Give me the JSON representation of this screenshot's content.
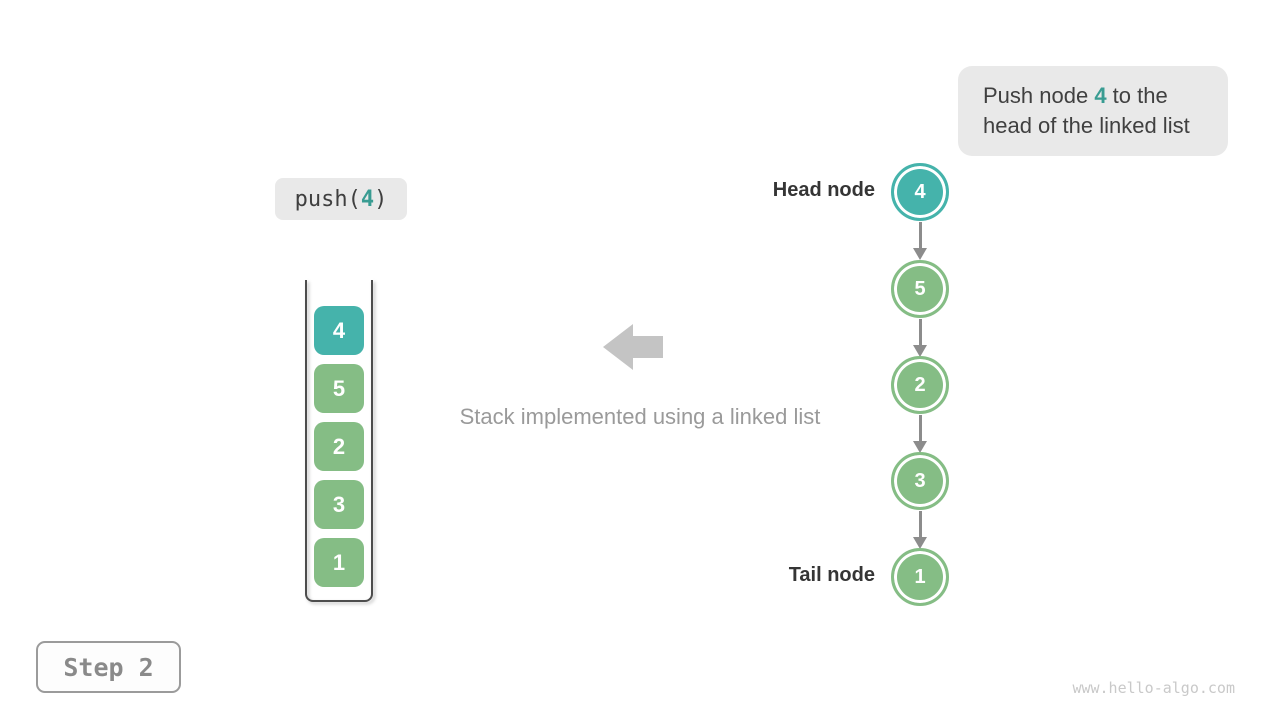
{
  "colors": {
    "teal": "#45b3ab",
    "teal_text": "#399c92",
    "green": "#85bd85",
    "node_arrow_gray": "#8c8c8c",
    "block_arrow_gray": "#c4c4c4",
    "caption_gray": "#9a9a9a",
    "label_dark": "#353535",
    "badge_bg": "#e9e9e9",
    "container_border": "#4d4d4d",
    "step_border": "#9b9b9b",
    "step_text": "#8a8a8a",
    "watermark_gray": "#c9c9c9"
  },
  "callout": {
    "text_before": "Push node ",
    "highlight": "4",
    "text_after": " to the head of the linked list"
  },
  "operation": {
    "text_before": "push(",
    "highlight": "4",
    "text_after": ")"
  },
  "stack": {
    "values": [
      "4",
      "5",
      "2",
      "3",
      "1"
    ]
  },
  "caption": "Stack implemented using a linked list",
  "linked_list": {
    "head_label": "Head node",
    "tail_label": "Tail node",
    "node_values": [
      "4",
      "5",
      "2",
      "3",
      "1"
    ]
  },
  "step_label": "Step 2",
  "watermark": "www.hello-algo.com"
}
